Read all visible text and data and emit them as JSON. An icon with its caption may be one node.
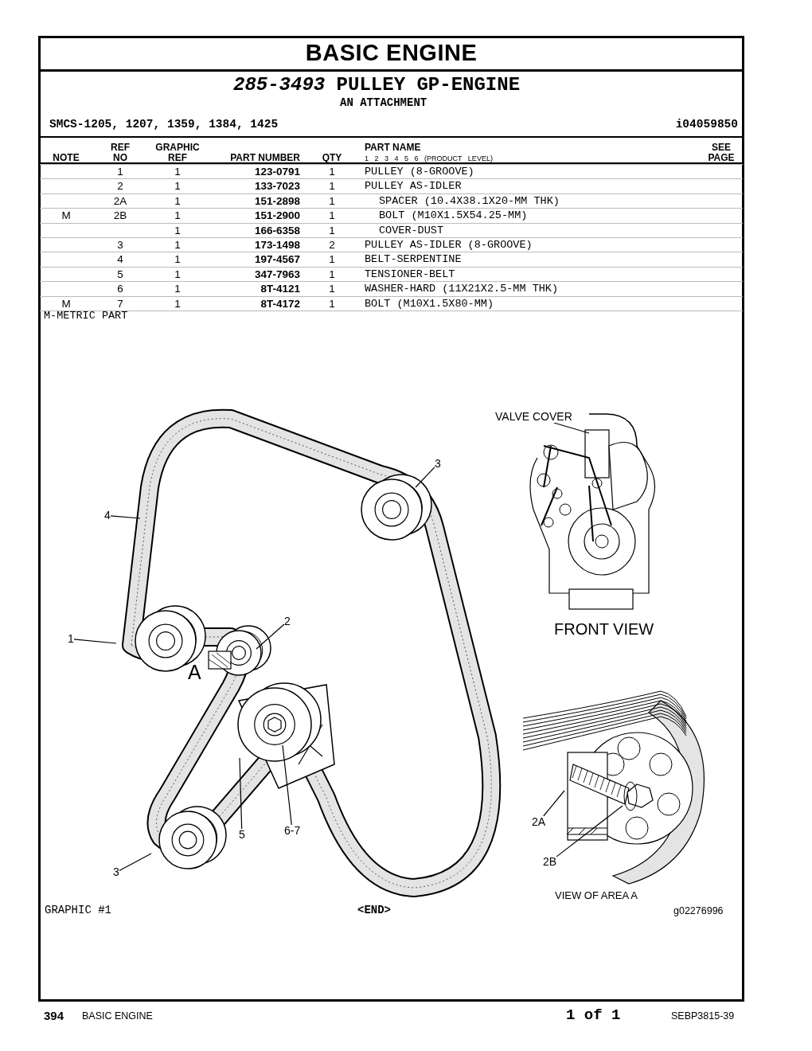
{
  "diagram": {
    "title": "BASIC ENGINE",
    "nodes": [
      {
        "text": [
          "4"
        ]
      },
      {
        "text": [
          "3"
        ]
      },
      {
        "text": [
          "1"
        ]
      },
      {
        "text": [
          "2"
        ]
      },
      {
        "text": [
          "5"
        ]
      },
      {
        "text": [
          "6-7"
        ]
      },
      {
        "text": [
          "3"
        ]
      },
      {
        "text": [
          "VALVE COVER"
        ]
      },
      {
        "text": [
          "2A"
        ]
      },
      {
        "text": [
          "2B"
        ]
      }
    ],
    "edges": [
      {
        "from": 0,
        "to": null,
        "arrow": "none"
      },
      {
        "from": 1,
        "to": null,
        "arrow": "none"
      },
      {
        "from": 2,
        "to": null,
        "arrow": "none"
      },
      {
        "from": 3,
        "to": null,
        "arrow": "none"
      },
      {
        "from": 4,
        "to": null,
        "arrow": "none"
      },
      {
        "from": 5,
        "to": null,
        "arrow": "none"
      },
      {
        "from": 6,
        "to": null,
        "arrow": "none"
      },
      {
        "from": 7,
        "to": null,
        "arrow": "none"
      },
      {
        "from": 8,
        "to": null,
        "arrow": "none"
      },
      {
        "from": 9,
        "to": null,
        "arrow": "none"
      }
    ],
    "labels": [
      "*285-3493* PULLEY GP-ENGINE",
      "AN ATTACHMENT",
      "SMCS-1205, 1207, 1359, 1384, 1425",
      "i04059850",
      "NOTE",
      "REF NO",
      "GRAPHIC REF",
      "PART NUMBER",
      "QTY",
      "PART NAME",
      "1 2 3 4 5 6 (PRODUCT LEVEL)",
      "SEE PAGE",
      "1",
      "1",
      "123-0791",
      "1",
      "PULLEY (8-GROOVE)",
      "2",
      "1",
      "133-7023",
      "1",
      "PULLEY AS-IDLER",
      "2A",
      "1",
      "151-2898",
      "1",
      "SPACER (10.4X38.1X20-MM THK)",
      "M",
      "2B",
      "1",
      "151-2900",
      "1",
      "BOLT (M10X1.5X54.25-MM)",
      "1",
      "166-6358",
      "1",
      "COVER-DUST",
      "3",
      "1",
      "173-1498",
      "2",
      "PULLEY AS-IDLER (8-GROOVE)",
      "4",
      "1",
      "197-4567",
      "1",
      "BELT-SERPENTINE",
      "5",
      "1",
      "347-7963",
      "1",
      "TENSIONER-BELT",
      "6",
      "1",
      "8T-4121",
      "1",
      "WASHER-HARD (11X21X2.5-MM THK)",
      "M",
      "7",
      "1",
      "8T-4172",
      "1",
      "BOLT (M10X1.5X80-MM)",
      "M-METRIC PART",
      "A",
      "FRONT VIEW",
      "VIEW OF AREA A",
      "GRAPHIC #1",
      "<END>",
      "g02276996",
      "394",
      "BASIC ENGINE",
      "1 of 1",
      "SEBP3815-39"
    ]
  }
}
